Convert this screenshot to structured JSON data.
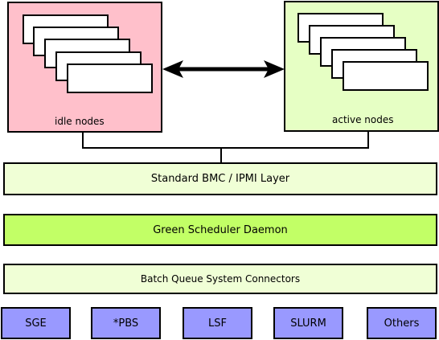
{
  "colors": {
    "idle_fill": "#ffc0cb",
    "active_fill": "#e6ffc4",
    "layer_fill": "#f0ffd6",
    "daemon_fill": "#c2ff66",
    "connector_fill": "#9999ff"
  },
  "idle_pool": {
    "label": "idle nodes"
  },
  "active_pool": {
    "label": "active nodes"
  },
  "layers": {
    "bmc": "Standard BMC / IPMI Layer",
    "daemon": "Green Scheduler Daemon",
    "batch": "Batch Queue System Connectors"
  },
  "connectors": [
    "SGE",
    "*PBS",
    "LSF",
    "SLURM",
    "Others"
  ]
}
